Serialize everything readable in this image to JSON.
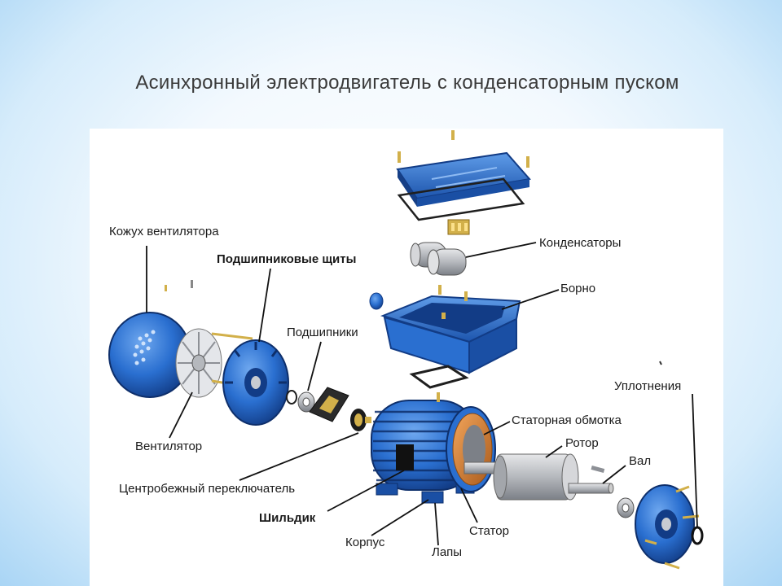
{
  "title": "Асинхронный электродвигатель с конденсаторным пуском",
  "labels": {
    "fan_cover": "Кожух вентилятора",
    "bearing_shields": "Подшипниковые щиты",
    "bearings": "Подшипники",
    "capacitors": "Конденсаторы",
    "terminal_box": "Борно",
    "seals": "Уплотнения",
    "stator_winding": "Статорная обмотка",
    "rotor": "Ротор",
    "shaft": "Вал",
    "fan": "Вентилятор",
    "centrifugal_switch": "Центробежный переключатель",
    "nameplate": "Шильдик",
    "housing": "Корпус",
    "stator": "Статор",
    "feet": "Лапы"
  },
  "colors": {
    "part_blue": "#2a6fd0",
    "part_dark": "#123c86",
    "part_light": "#5f9ce8",
    "winding_copper": "#d9823a",
    "rotor_grey": "#b5b8bd",
    "screw_gold": "#d2b04a"
  }
}
